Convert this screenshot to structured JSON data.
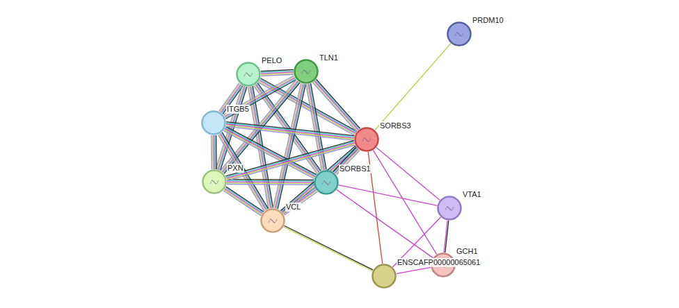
{
  "diagram": {
    "nodes": [
      {
        "text": [
          "PELO"
        ]
      },
      {
        "text": [
          "TLN1"
        ]
      },
      {
        "text": [
          "ITGB5"
        ]
      },
      {
        "text": [
          "SORBS3"
        ]
      },
      {
        "text": [
          "PXN"
        ]
      },
      {
        "text": [
          "SORBS1"
        ]
      },
      {
        "text": [
          "VCL"
        ]
      },
      {
        "text": [
          "VTA1"
        ]
      },
      {
        "text": [
          "GCH1"
        ]
      },
      {
        "text": [
          "ENSCAFP00000065061"
        ]
      },
      {
        "text": [
          "PRDM10"
        ]
      }
    ],
    "edges": [
      {
        "from": 0,
        "to": 1,
        "arrow": "none"
      },
      {
        "from": 0,
        "to": 2,
        "arrow": "none"
      },
      {
        "from": 0,
        "to": 4,
        "arrow": "none"
      },
      {
        "from": 0,
        "to": 6,
        "arrow": "none"
      },
      {
        "from": 0,
        "to": 5,
        "arrow": "none"
      },
      {
        "from": 0,
        "to": 3,
        "arrow": "none"
      },
      {
        "from": 1,
        "to": 2,
        "arrow": "none"
      },
      {
        "from": 1,
        "to": 4,
        "arrow": "none"
      },
      {
        "from": 1,
        "to": 6,
        "arrow": "none"
      },
      {
        "from": 1,
        "to": 5,
        "arrow": "none"
      },
      {
        "from": 1,
        "to": 3,
        "arrow": "none"
      },
      {
        "from": 2,
        "to": 4,
        "arrow": "none"
      },
      {
        "from": 2,
        "to": 6,
        "arrow": "none"
      },
      {
        "from": 2,
        "to": 5,
        "arrow": "none"
      },
      {
        "from": 2,
        "to": 3,
        "arrow": "none"
      },
      {
        "from": 4,
        "to": 6,
        "arrow": "none"
      },
      {
        "from": 4,
        "to": 5,
        "arrow": "none"
      },
      {
        "from": 4,
        "to": 3,
        "arrow": "none"
      },
      {
        "from": 6,
        "to": 5,
        "arrow": "none"
      },
      {
        "from": 6,
        "to": 3,
        "arrow": "none"
      },
      {
        "from": 5,
        "to": 3,
        "arrow": "none"
      },
      {
        "from": 6,
        "to": 9,
        "arrow": "none"
      },
      {
        "from": 3,
        "to": 10,
        "arrow": "none"
      },
      {
        "from": 3,
        "to": 9,
        "arrow": "none"
      },
      {
        "from": 3,
        "to": 7,
        "arrow": "none"
      },
      {
        "from": 3,
        "to": 8,
        "arrow": "none"
      },
      {
        "from": 5,
        "to": 7,
        "arrow": "none"
      },
      {
        "from": 5,
        "to": 8,
        "arrow": "none"
      },
      {
        "from": 7,
        "to": 8,
        "arrow": "none"
      },
      {
        "from": 7,
        "to": 9,
        "arrow": "none"
      },
      {
        "from": 9,
        "to": 8,
        "arrow": "none"
      }
    ]
  }
}
